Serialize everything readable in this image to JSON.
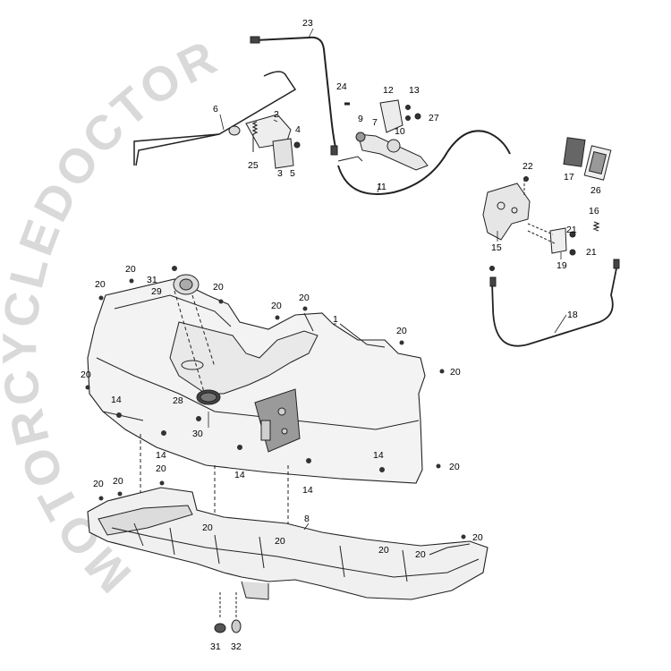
{
  "watermark": {
    "text": "MOTORCYCLEDOCTOR",
    "color": "#d9d9d9"
  },
  "colors": {
    "line": "#222222",
    "part_fill": "#f2f2f2",
    "shadow": "#bdbdbd",
    "dark": "#333333"
  },
  "callouts": [
    {
      "id": "c23",
      "text": "23"
    },
    {
      "id": "c6",
      "text": "6"
    },
    {
      "id": "c2",
      "text": "2"
    },
    {
      "id": "c4",
      "text": "4"
    },
    {
      "id": "c25",
      "text": "25"
    },
    {
      "id": "c3",
      "text": "3"
    },
    {
      "id": "c5",
      "text": "5"
    },
    {
      "id": "c24",
      "text": "24"
    },
    {
      "id": "c12",
      "text": "12"
    },
    {
      "id": "c13",
      "text": "13"
    },
    {
      "id": "c9",
      "text": "9"
    },
    {
      "id": "c7",
      "text": "7"
    },
    {
      "id": "c27",
      "text": "27"
    },
    {
      "id": "c10",
      "text": "10"
    },
    {
      "id": "c11",
      "text": "11"
    },
    {
      "id": "c22",
      "text": "22"
    },
    {
      "id": "c17",
      "text": "17"
    },
    {
      "id": "c26",
      "text": "26"
    },
    {
      "id": "c16",
      "text": "16"
    },
    {
      "id": "c21a",
      "text": "21"
    },
    {
      "id": "c21b",
      "text": "21"
    },
    {
      "id": "c15",
      "text": "15"
    },
    {
      "id": "c19",
      "text": "19"
    },
    {
      "id": "c18",
      "text": "18"
    },
    {
      "id": "c20a",
      "text": "20"
    },
    {
      "id": "c31a",
      "text": "31"
    },
    {
      "id": "c29",
      "text": "29"
    },
    {
      "id": "c20b",
      "text": "20"
    },
    {
      "id": "c20c",
      "text": "20"
    },
    {
      "id": "c20d",
      "text": "20"
    },
    {
      "id": "c20e",
      "text": "20"
    },
    {
      "id": "c20f",
      "text": "20"
    },
    {
      "id": "c1",
      "text": "1"
    },
    {
      "id": "c20g",
      "text": "20"
    },
    {
      "id": "c20h",
      "text": "20"
    },
    {
      "id": "c20i",
      "text": "20"
    },
    {
      "id": "c28",
      "text": "28"
    },
    {
      "id": "c30",
      "text": "30"
    },
    {
      "id": "c14a",
      "text": "14"
    },
    {
      "id": "c14b",
      "text": "14"
    },
    {
      "id": "c14c",
      "text": "14"
    },
    {
      "id": "c14d",
      "text": "14"
    },
    {
      "id": "c14e",
      "text": "14"
    },
    {
      "id": "c20j",
      "text": "20"
    },
    {
      "id": "c20k",
      "text": "20"
    },
    {
      "id": "c20l",
      "text": "20"
    },
    {
      "id": "c20m",
      "text": "20"
    },
    {
      "id": "c8",
      "text": "8"
    },
    {
      "id": "c20n",
      "text": "20"
    },
    {
      "id": "c20o",
      "text": "20"
    },
    {
      "id": "c20p",
      "text": "20"
    },
    {
      "id": "c20q",
      "text": "20"
    },
    {
      "id": "c31b",
      "text": "31"
    },
    {
      "id": "c32",
      "text": "32"
    }
  ]
}
